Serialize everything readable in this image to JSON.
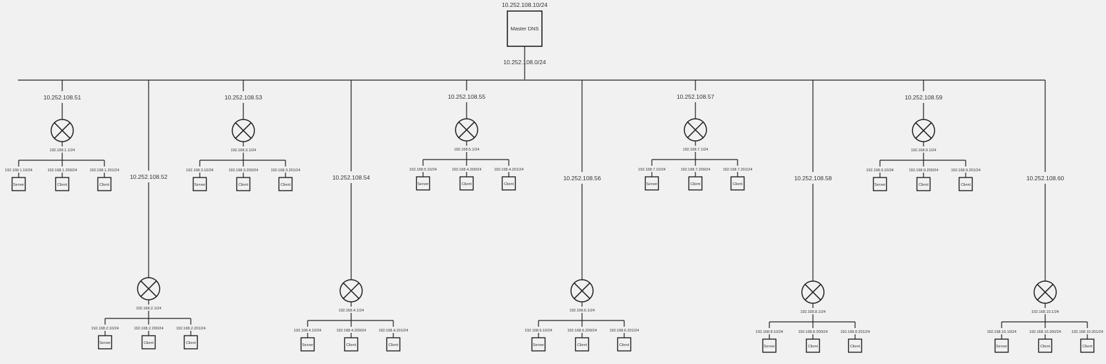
{
  "master": {
    "ip": "10.252.108.10/24",
    "label": "Master DNS",
    "subnet": "10.252.108.0/24"
  },
  "routers": [
    {
      "wan": "10.252.108.51",
      "lan": "192.168.1.1/24",
      "hosts": [
        {
          "ip": "192.168.1.10/24",
          "label": "Server"
        },
        {
          "ip": "192.168.1.200/24",
          "label": "Client"
        },
        {
          "ip": "192.168.1.201/24",
          "label": "Client"
        }
      ]
    },
    {
      "wan": "10.252.108.52",
      "lan": "192.168.2.1/24",
      "hosts": [
        {
          "ip": "192.168.2.10/24",
          "label": "Server"
        },
        {
          "ip": "192.168.2.200/24",
          "label": "Client"
        },
        {
          "ip": "192.168.2.201/24",
          "label": "Client"
        }
      ]
    },
    {
      "wan": "10.252.108.53",
      "lan": "192.168.3.1/24",
      "hosts": [
        {
          "ip": "192.168.3.10/24",
          "label": "Server"
        },
        {
          "ip": "192.168.3.200/24",
          "label": "Client"
        },
        {
          "ip": "192.168.3.201/24",
          "label": "Client"
        }
      ]
    },
    {
      "wan": "10.252.108.54",
      "lan": "192.168.4.1/24",
      "hosts": [
        {
          "ip": "192.168.4.10/24",
          "label": "Server"
        },
        {
          "ip": "192.168.4.200/24",
          "label": "Client"
        },
        {
          "ip": "192.168.4.201/24",
          "label": "Client"
        }
      ]
    },
    {
      "wan": "10.252.108.55",
      "lan": "192.168.5.1/24",
      "hosts": [
        {
          "ip": "192.168.5.10/24",
          "label": "Server"
        },
        {
          "ip": "192.168.4.200/24",
          "label": "Client"
        },
        {
          "ip": "192.168.4.201/24",
          "label": "Client"
        }
      ]
    },
    {
      "wan": "10.252.108.56",
      "lan": "192.168.6.1/24",
      "hosts": [
        {
          "ip": "192.168.6.10/24",
          "label": "Server"
        },
        {
          "ip": "192.168.6.200/24",
          "label": "Client"
        },
        {
          "ip": "192.168.6.201/24",
          "label": "Client"
        }
      ]
    },
    {
      "wan": "10.252.108.57",
      "lan": "192.168.7.1/24",
      "hosts": [
        {
          "ip": "192.168.7.10/24",
          "label": "Server"
        },
        {
          "ip": "192.168.7.200/24",
          "label": "Client"
        },
        {
          "ip": "192.168.7.201/24",
          "label": "Client"
        }
      ]
    },
    {
      "wan": "10.252.108.58",
      "lan": "192.168.8.1/24",
      "hosts": [
        {
          "ip": "192.168.8.10/24",
          "label": "Server"
        },
        {
          "ip": "192.168.8.200/24",
          "label": "Client"
        },
        {
          "ip": "192.168.8.201/24",
          "label": "Client"
        }
      ]
    },
    {
      "wan": "10.252.108.59",
      "lan": "192.168.9.1/24",
      "hosts": [
        {
          "ip": "192.168.9.10/24",
          "label": "Server"
        },
        {
          "ip": "192.168.9.200/24",
          "label": "Client"
        },
        {
          "ip": "192.168.9.201/24",
          "label": "Client"
        }
      ]
    },
    {
      "wan": "10.252.108.60",
      "lan": "192.168.10.1/24",
      "hosts": [
        {
          "ip": "192.168.10.10/24",
          "label": "Server"
        },
        {
          "ip": "192.168.10.200/24",
          "label": "Client"
        },
        {
          "ip": "192.168.10.201/24",
          "label": "Client"
        }
      ]
    }
  ]
}
